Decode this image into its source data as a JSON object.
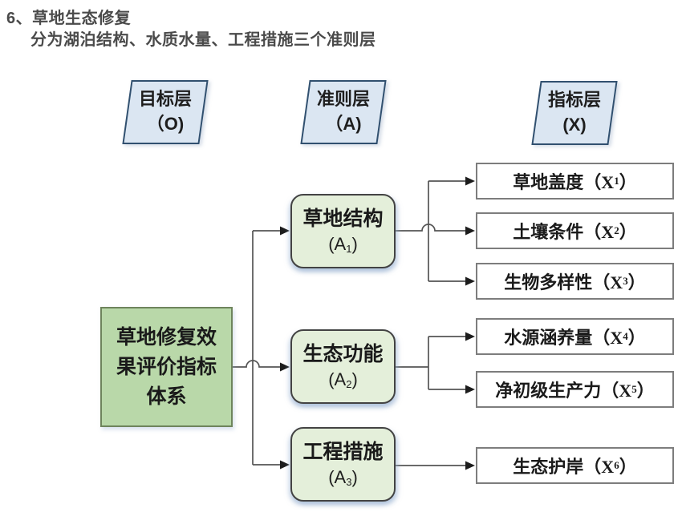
{
  "heading": {
    "line1": "6、草地生态修复",
    "line2": "分为湖泊结构、水质水量、工程措施三个准则层"
  },
  "layer_headers": [
    {
      "name": "目标层",
      "code": "（O)"
    },
    {
      "name": "准则层",
      "code": "（A)"
    },
    {
      "name": "指标层",
      "code": "(X)"
    }
  ],
  "goal": {
    "text": "草地修复效\n果评价指标\n体系"
  },
  "criteria": [
    {
      "label": "草地结构",
      "code_prefix": "(A",
      "code_sub": "1",
      "code_suffix": ")"
    },
    {
      "label": "生态功能",
      "code_prefix": "(A",
      "code_sub": "2",
      "code_suffix": ")"
    },
    {
      "label": "工程措施",
      "code_prefix": "(A",
      "code_sub": "3",
      "code_suffix": ")"
    }
  ],
  "indicators": [
    {
      "label": "草地盖度",
      "code_prefix": "（X",
      "code_sub": "1",
      "code_suffix": "）"
    },
    {
      "label": "土壤条件",
      "code_prefix": "（X",
      "code_sub": "2",
      "code_suffix": "）"
    },
    {
      "label": "生物多样性",
      "code_prefix": "（X",
      "code_sub": "3",
      "code_suffix": "）"
    },
    {
      "label": "水源涵养量",
      "code_prefix": "（X",
      "code_sub": "4",
      "code_suffix": "）"
    },
    {
      "label": "净初级生产力",
      "code_prefix": "（X",
      "code_sub": "5",
      "code_suffix": "）"
    },
    {
      "label": "生态护岸",
      "code_prefix": "（X",
      "code_sub": "6",
      "code_suffix": "）"
    }
  ],
  "colors": {
    "title-text": "#4a4a4a",
    "layer-fill": "#dbe6f2",
    "layer-border": "#31506f",
    "goal-fill": "#b9d8a9",
    "goal-border": "#6e845c",
    "criteria-fill": "#e4efda",
    "criteria-border": "#434343",
    "indicator-fill": "#ffffff",
    "indicator-border": "#7d7d7d",
    "line": "#555555",
    "arrow": "#1c1c1c"
  }
}
